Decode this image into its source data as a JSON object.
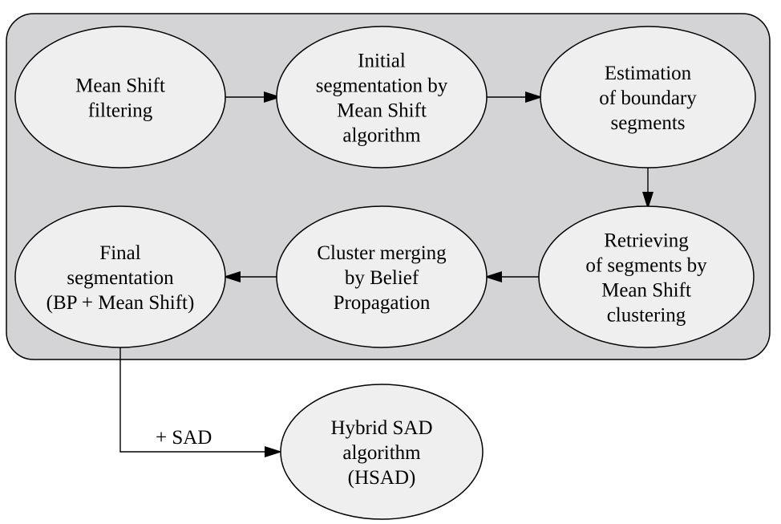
{
  "colors": {
    "panel_fill": "#d4d4d6",
    "node_fill": "#efefef",
    "stroke": "#000000",
    "background": "#ffffff"
  },
  "nodes": [
    {
      "id": "mean-shift-filtering",
      "lines": [
        "Mean Shift",
        "filtering"
      ]
    },
    {
      "id": "initial-segmentation",
      "lines": [
        "Initial",
        "segmentation by",
        "Mean Shift",
        "algorithm"
      ]
    },
    {
      "id": "estimation-boundary",
      "lines": [
        "Estimation",
        "of boundary",
        "segments"
      ]
    },
    {
      "id": "retrieving-segments",
      "lines": [
        "Retrieving",
        "of segments by",
        "Mean Shift",
        "clustering"
      ]
    },
    {
      "id": "cluster-merging",
      "lines": [
        "Cluster merging",
        "by Belief",
        "Propagation"
      ]
    },
    {
      "id": "final-segmentation",
      "lines": [
        "Final",
        "segmentation",
        "(BP + Mean Shift)"
      ]
    },
    {
      "id": "hybrid-sad",
      "lines": [
        "Hybrid SAD",
        "algorithm",
        "(HSAD)"
      ]
    }
  ],
  "edges": [
    {
      "from": "mean-shift-filtering",
      "to": "initial-segmentation",
      "label": ""
    },
    {
      "from": "initial-segmentation",
      "to": "estimation-boundary",
      "label": ""
    },
    {
      "from": "estimation-boundary",
      "to": "retrieving-segments",
      "label": ""
    },
    {
      "from": "retrieving-segments",
      "to": "cluster-merging",
      "label": ""
    },
    {
      "from": "cluster-merging",
      "to": "final-segmentation",
      "label": ""
    },
    {
      "from": "final-segmentation",
      "to": "hybrid-sad",
      "label": "+ SAD"
    }
  ]
}
